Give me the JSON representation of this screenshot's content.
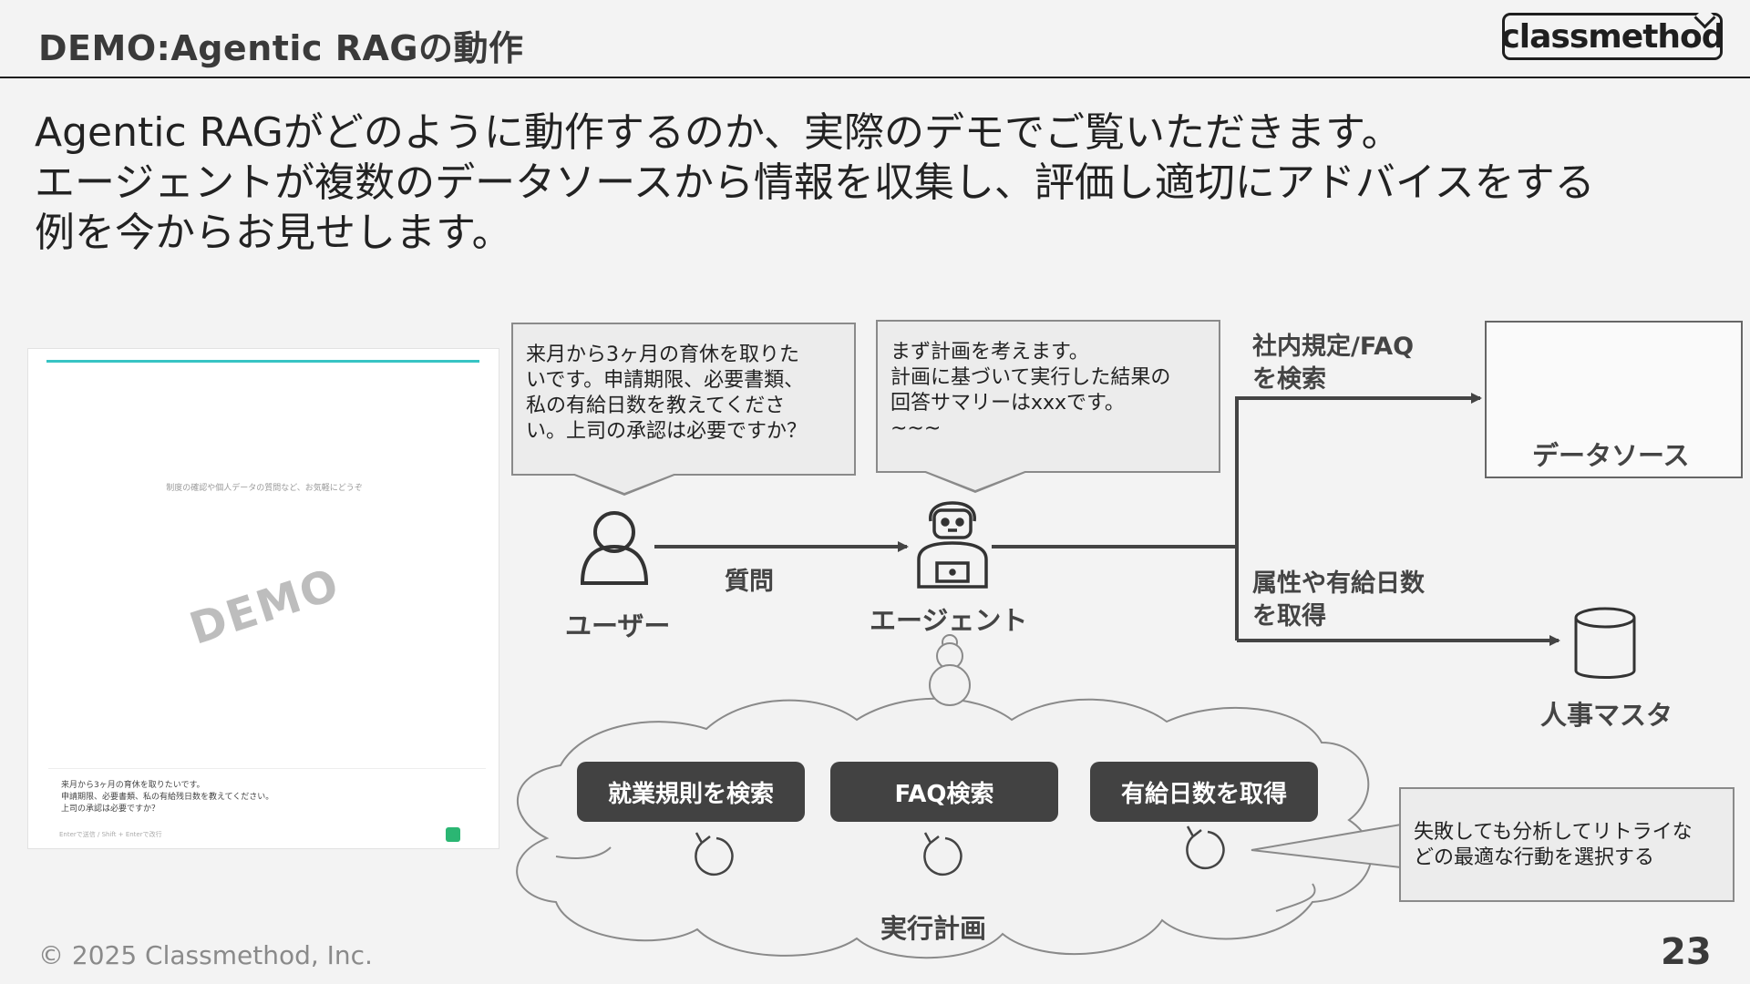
{
  "header": {
    "title": "DEMO:Agentic RAGの動作",
    "logo_text": "classmethod"
  },
  "intro": {
    "line1": "Agentic RAGがどのように動作するのか、実際のデモでご覧いただきます。",
    "line2": "エージェントが複数のデータソースから情報を収集し、評価し適切にアドバイスをする",
    "line3": "例を今からお見せします。"
  },
  "demo_screenshot": {
    "caption": "制度の確認や個人データの質問など、お気軽にどうぞ",
    "watermark": "DEMO",
    "input_line1": "来月から3ヶ月の育休を取りたいです。",
    "input_line2": "申請期限、必要書類、私の有給残日数を教えてください。",
    "input_line3": "上司の承認は必要ですか？",
    "input_hint": "Enterで送信 / Shift + Enterで改行"
  },
  "diagram": {
    "user_bubble": {
      "line1": "来月から3ヶ月の育休を取りた",
      "line2": "いです。申請期限、必要書類、",
      "line3": "私の有給日数を教えてくださ",
      "line4": "い。上司の承認は必要ですか？"
    },
    "agent_bubble": {
      "line1": "まず計画を考えます。",
      "line2": "計画に基づいて実行した結果の",
      "line3": "回答サマリーはxxxです。",
      "line4": "~~~"
    },
    "user_label": "ユーザー",
    "agent_label": "エージェント",
    "question_label": "質問",
    "search_label_line1": "社内規定/FAQ",
    "search_label_line2": "を検索",
    "attr_label_line1": "属性や有給日数",
    "attr_label_line2": "を取得",
    "datasource_label": "データソース",
    "hr_master_label": "人事マスタ",
    "tasks": [
      "就業規則を検索",
      "FAQ検索",
      "有給日数を取得"
    ],
    "plan_label": "実行計画",
    "retry_note_line1": "失敗しても分析してリトライな",
    "retry_note_line2": "どの最適な行動を選択する"
  },
  "footer": {
    "copyright": "© 2025 Classmethod, Inc.",
    "page_number": "23"
  }
}
